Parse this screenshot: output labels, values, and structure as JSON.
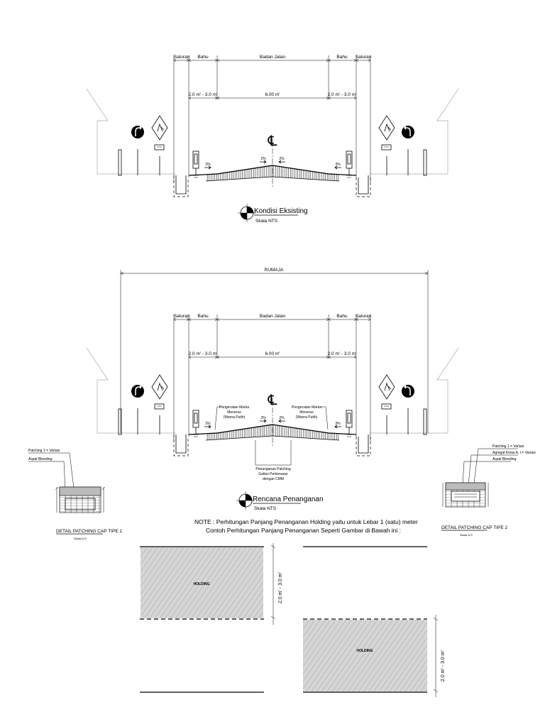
{
  "section_labels": {
    "saluran": "Saluran",
    "bahu": "Bahu",
    "badan_jalan": "Badan Jalan",
    "shoulder_dim": "2.0 m' - 3.0 m'",
    "road_dim": "6.00 m'",
    "centerline": "℄",
    "slope_side": "3%",
    "slope_center": "2%"
  },
  "existing": {
    "title": "Kondisi Eksisting",
    "scale": "Skala NTS"
  },
  "plan": {
    "rumaja": "RUMAJA",
    "marking_left": [
      "Pengecatan Marka",
      "Menerus",
      "(Warna Putih)"
    ],
    "marking_right": [
      "Pengecatan Marka",
      "Menerus",
      "(Warna Putih)"
    ],
    "patching": [
      "Penanganan Patching",
      "Galian Perkerasan",
      "dengan CMM"
    ],
    "title": "Rencana Penanganan",
    "scale": "Skala NTS"
  },
  "detail1": {
    "title": "DETAIL PATCHING CAP TIPE 1",
    "scale": "Skala N.S",
    "label1": "Patching 1 = Variasi",
    "label2": "Aspal Bleeding"
  },
  "detail2": {
    "title": "DETAIL PATCHING CAP TIPE 2",
    "scale": "Skala N.S",
    "label1": "Patching 1 = Variasi",
    "label2": "Agregat Kelas A, t = Variasi",
    "label3": "Aspal Bleeding"
  },
  "note": {
    "line1": "NOTE : Perhitungan Panjang Penanganan Holding yaitu untuk Lebar 1 (satu) meter",
    "line2": "Contoh Perhitungan Panjang Penanganan Seperti Gambar di Bawah ini :"
  },
  "holding": {
    "label": "HOLDING",
    "dim": "2.0 m' - 3.0 m'"
  }
}
